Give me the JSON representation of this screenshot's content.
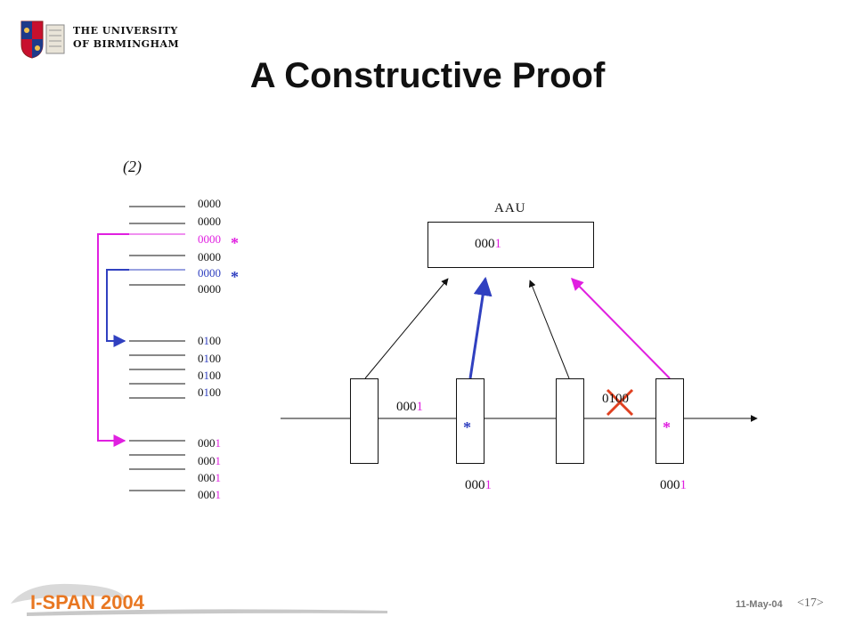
{
  "header": {
    "university_line1": "THE UNIVERSITY",
    "university_line2": "OF BIRMINGHAM"
  },
  "slide": {
    "title": "A Constructive Proof",
    "step_label": "(2)"
  },
  "registers": {
    "group1": [
      {
        "prefix": "0000",
        "suffix": "",
        "color": "black"
      },
      {
        "prefix": "0000",
        "suffix": "",
        "color": "black"
      },
      {
        "prefix": "0000",
        "suffix": "",
        "color": "magenta"
      },
      {
        "prefix": "0000",
        "suffix": "",
        "color": "black"
      },
      {
        "prefix": "0000",
        "suffix": "",
        "color": "blue"
      },
      {
        "prefix": "0000",
        "suffix": "",
        "color": "black"
      }
    ],
    "group2": [
      {
        "a": "0",
        "b": "1",
        "c": "00"
      },
      {
        "a": "0",
        "b": "1",
        "c": "00"
      },
      {
        "a": "0",
        "b": "1",
        "c": "00"
      },
      {
        "a": "0",
        "b": "1",
        "c": "00"
      }
    ],
    "group3": [
      {
        "a": "000",
        "b": "1"
      },
      {
        "a": "000",
        "b": "1"
      },
      {
        "a": "000",
        "b": "1"
      },
      {
        "a": "000",
        "b": "1"
      }
    ],
    "star": "*"
  },
  "network": {
    "aau_label": "AAU",
    "aau_value_a": "000",
    "aau_value_b": "1",
    "packet_between_1_2_a": "000",
    "packet_between_1_2_b": "1",
    "packet_crossed": "0100",
    "below_node2_a": "000",
    "below_node2_b": "1",
    "below_node4_a": "000",
    "below_node4_b": "1",
    "star": "*"
  },
  "footer": {
    "logo_text": "I-SPAN 2004",
    "date": "11-May-04",
    "page": "<17>"
  },
  "colors": {
    "magenta": "#e020e0",
    "blue": "#3040c0",
    "red_cross": "#e04020",
    "logo_orange": "#e87722"
  }
}
